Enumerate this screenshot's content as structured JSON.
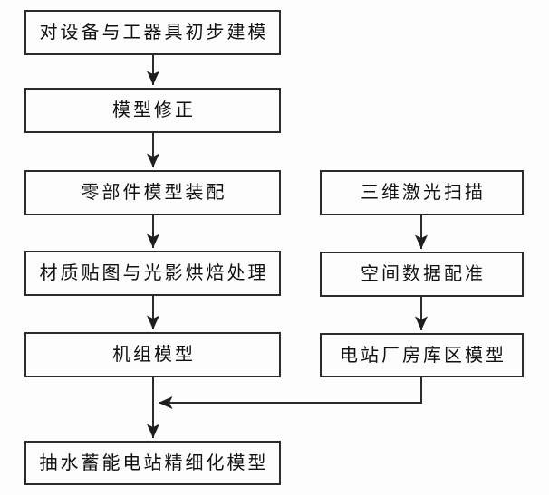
{
  "diagram": {
    "type": "flowchart",
    "background_color": "#fdfdfd",
    "line_color": "#2b2b2b",
    "text_color": "#111111",
    "nodes": {
      "left": [
        {
          "id": "preliminary-modeling",
          "label": "对设备与工器具初步建模"
        },
        {
          "id": "model-correction",
          "label": "模型修正"
        },
        {
          "id": "parts-assembly",
          "label": "零部件模型装配"
        },
        {
          "id": "material-baking",
          "label": "材质贴图与光影烘焙处理"
        },
        {
          "id": "unit-model",
          "label": "机组模型"
        }
      ],
      "right": [
        {
          "id": "laser-scanning",
          "label": "三维激光扫描"
        },
        {
          "id": "data-registration",
          "label": "空间数据配准"
        },
        {
          "id": "plant-model",
          "label": "电站厂房库区模型"
        }
      ],
      "final": {
        "id": "final-model",
        "label": "抽水蓄能电站精细化模型"
      }
    },
    "edges": [
      {
        "from": "对设备与工器具初步建模",
        "to": "模型修正"
      },
      {
        "from": "模型修正",
        "to": "零部件模型装配"
      },
      {
        "from": "零部件模型装配",
        "to": "材质贴图与光影烘焙处理"
      },
      {
        "from": "材质贴图与光影烘焙处理",
        "to": "机组模型"
      },
      {
        "from": "三维激光扫描",
        "to": "空间数据配准"
      },
      {
        "from": "空间数据配准",
        "to": "电站厂房库区模型"
      },
      {
        "from": "机组模型",
        "to": "抽水蓄能电站精细化模型"
      },
      {
        "from": "电站厂房库区模型",
        "to": "抽水蓄能电站精细化模型"
      }
    ]
  }
}
